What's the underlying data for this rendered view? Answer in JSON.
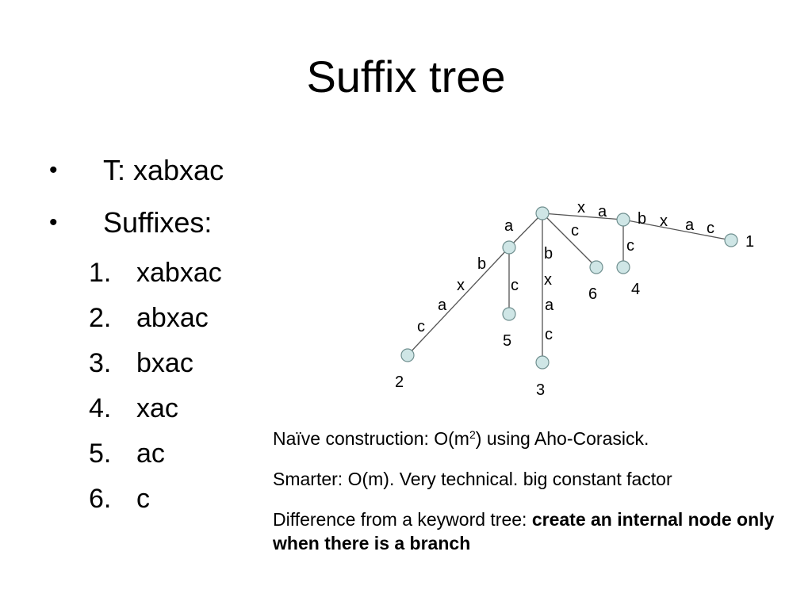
{
  "title": "Suffix tree",
  "bullets": [
    {
      "symbol": "•",
      "text": "T: xabxac"
    },
    {
      "symbol": "•",
      "text": "Suffixes:"
    }
  ],
  "suffixes": [
    {
      "num": "1.",
      "text": "xabxac"
    },
    {
      "num": "2.",
      "text": "abxac"
    },
    {
      "num": "3.",
      "text": "bxac"
    },
    {
      "num": "4.",
      "text": "xac"
    },
    {
      "num": "5.",
      "text": "ac"
    },
    {
      "num": "6.",
      "text": "c"
    }
  ],
  "tree": {
    "node_color": "#cfe6e6",
    "node_stroke": "#6f8f8f",
    "edge_color": "#555555",
    "leaf_labels": {
      "leaf1": "1",
      "leaf2": "2",
      "leaf3": "3",
      "leaf4": "4",
      "leaf5": "5",
      "leaf6": "6"
    },
    "edge_labels": {
      "root_x": "x",
      "root_a2": "a",
      "xa_b": "b",
      "xa_x": "x",
      "xa_a": "a",
      "xa_c": "c",
      "xa_c2": "c",
      "root_a": "a",
      "root_c": "c",
      "a_b": "b",
      "a_x": "x",
      "a_a": "a",
      "a_c": "c",
      "a_c2": "c",
      "root_b": "b",
      "root_bx": "x",
      "root_ba": "a",
      "root_bc": "c"
    }
  },
  "notes": {
    "line1_pre": "Naïve construction: O(m",
    "line1_sup": "2",
    "line1_post": ") using Aho-Corasick.",
    "line2": "Smarter: O(m). Very technical. big constant factor",
    "line3_plain": "Difference from a keyword tree: ",
    "line3_bold": "create an internal node only when there is a branch"
  }
}
